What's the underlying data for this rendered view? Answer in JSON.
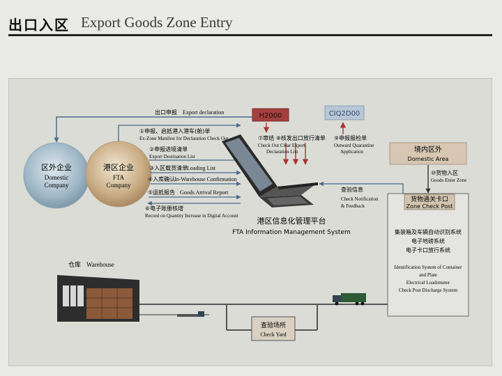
{
  "header": {
    "title_cn": "出口入区",
    "title_en": "Export Goods Zone Entry"
  },
  "nodes": {
    "domestic_company": {
      "cn": "区外企业",
      "en1": "Domestic",
      "en2": "Company"
    },
    "fta_company": {
      "cn": "港区企业",
      "en1": "FTA",
      "en2": "Company"
    },
    "h2000": {
      "label": "H2000"
    },
    "ciq2000": {
      "label": "CIQ2D00"
    },
    "domestic_area": {
      "cn": "境内区外",
      "en": "Domestic Area"
    },
    "zone_check_post": {
      "cn": "货物通关卡口",
      "en": "Zone Check Post"
    },
    "fta_system": {
      "cn": "港区信息化管理平台",
      "en": "FTA Information Management System"
    },
    "warehouse": {
      "cn": "仓库",
      "en": "Warehouse"
    },
    "check_yard": {
      "cn": "查验场所",
      "en": "Check Yard"
    }
  },
  "flows": {
    "export_declaration": {
      "cn": "出口申报",
      "en": "Export declaration"
    },
    "manifest": {
      "cn": "①申报、启抵港入港车(舱)单",
      "en": "Ex-Zone Manifest for Declaration Check Out"
    },
    "destination_list": {
      "cn": "②申报进境清单",
      "en": "Export Destination List"
    },
    "loading_list": {
      "cn": "③入区载货清单",
      "en": "Loading List"
    },
    "in_warehouse": {
      "cn": "④入库确认",
      "en": "In-Warehouse Confirmation"
    },
    "arrival_report": {
      "cn": "⑤运抵报告",
      "en": "Goods Arrival Report"
    },
    "quantity_record": {
      "cn": "⑥电子账册核增",
      "en": "Record on Quantity Increase in Digital Account"
    },
    "check_out_clear": {
      "cn": "⑦审结 ⑧核发出口放行清单",
      "en1": "Check Out Clear Export",
      "en2": "Declaration List"
    },
    "quarantine": {
      "cn": "⑨申报报检单",
      "en1": "Outward Quarantine",
      "en2": "Application"
    },
    "goods_enter": {
      "cn": "⑩货物入区",
      "en": "Goods Enter Zone"
    },
    "check_notification": {
      "cn": "查验信息",
      "en1": "Check Notification",
      "en2": "& Feedback"
    }
  },
  "checkpost_systems": {
    "cn": [
      "集装箱及车辆自动识别系统",
      "电子地磅系统",
      "电子卡口放行系统"
    ],
    "en": [
      "Identification System of Container",
      "and Plate",
      "Electrical Loadometer",
      "Check Post Discharge System"
    ]
  }
}
